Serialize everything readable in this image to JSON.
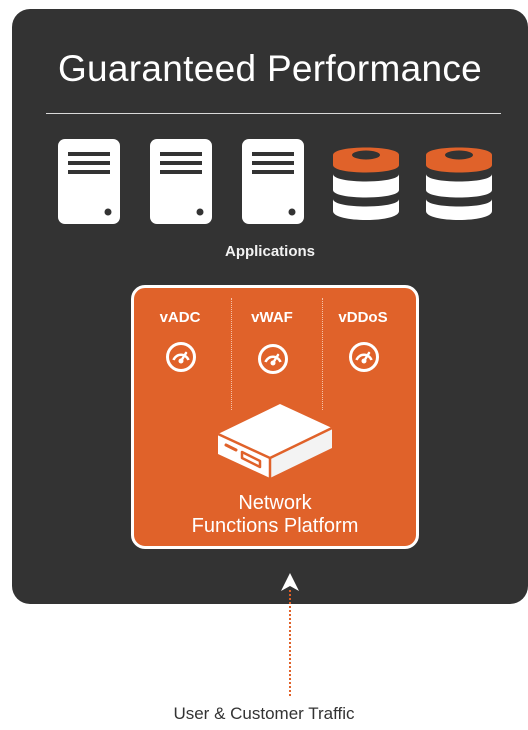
{
  "title": "Guaranteed Performance",
  "applications_label": "Applications",
  "servers": [
    {
      "icon": "server-icon"
    },
    {
      "icon": "server-icon"
    },
    {
      "icon": "server-icon"
    }
  ],
  "databases": [
    {
      "icon": "database-icon"
    },
    {
      "icon": "database-icon"
    }
  ],
  "platform": {
    "functions": [
      {
        "label": "vADC",
        "icon": "speedometer-icon"
      },
      {
        "label": "vWAF",
        "icon": "speedometer-icon"
      },
      {
        "label": "vDDoS",
        "icon": "speedometer-icon"
      }
    ],
    "label_line1": "Network",
    "label_line2": "Functions Platform",
    "icon": "network-appliance-icon"
  },
  "traffic_label": "User & Customer Traffic",
  "colors": {
    "panel": "#333333",
    "accent": "#e0622a",
    "white": "#ffffff"
  }
}
